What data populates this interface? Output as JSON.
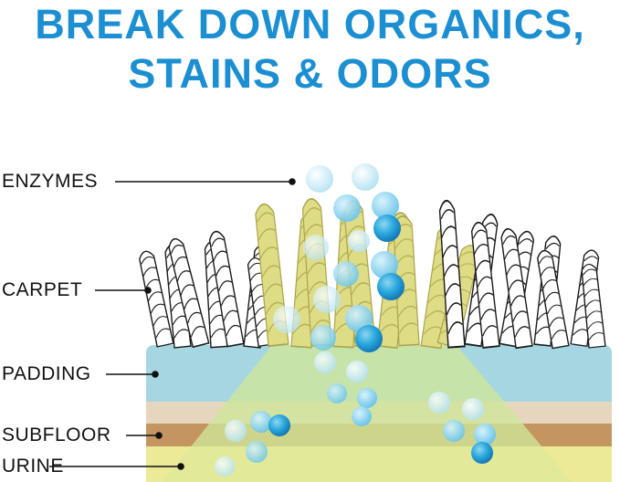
{
  "headline": {
    "line1": "BREAK DOWN ORGANICS,",
    "line2": "STAINS & ODORS"
  },
  "labels": {
    "enzymes": "ENZYMES",
    "carpet": "CARPET",
    "padding": "PADDING",
    "subfloor": "SUBFLOOR",
    "urine": "URINE"
  },
  "colors": {
    "headline": "#1b8fd1",
    "padding": "#a6d6e2",
    "subfloor": "#c49560",
    "subfloor_light": "#e6d6bd",
    "urine": "#ecea98",
    "stain": "#cfe79a",
    "stained_carpet": "#dfdc86",
    "enzyme_dark": "#1f9fd3",
    "enzyme_light": "#bfe8f6"
  },
  "icons": [
    "enzyme-bubble-icon",
    "carpet-fiber-icon"
  ]
}
